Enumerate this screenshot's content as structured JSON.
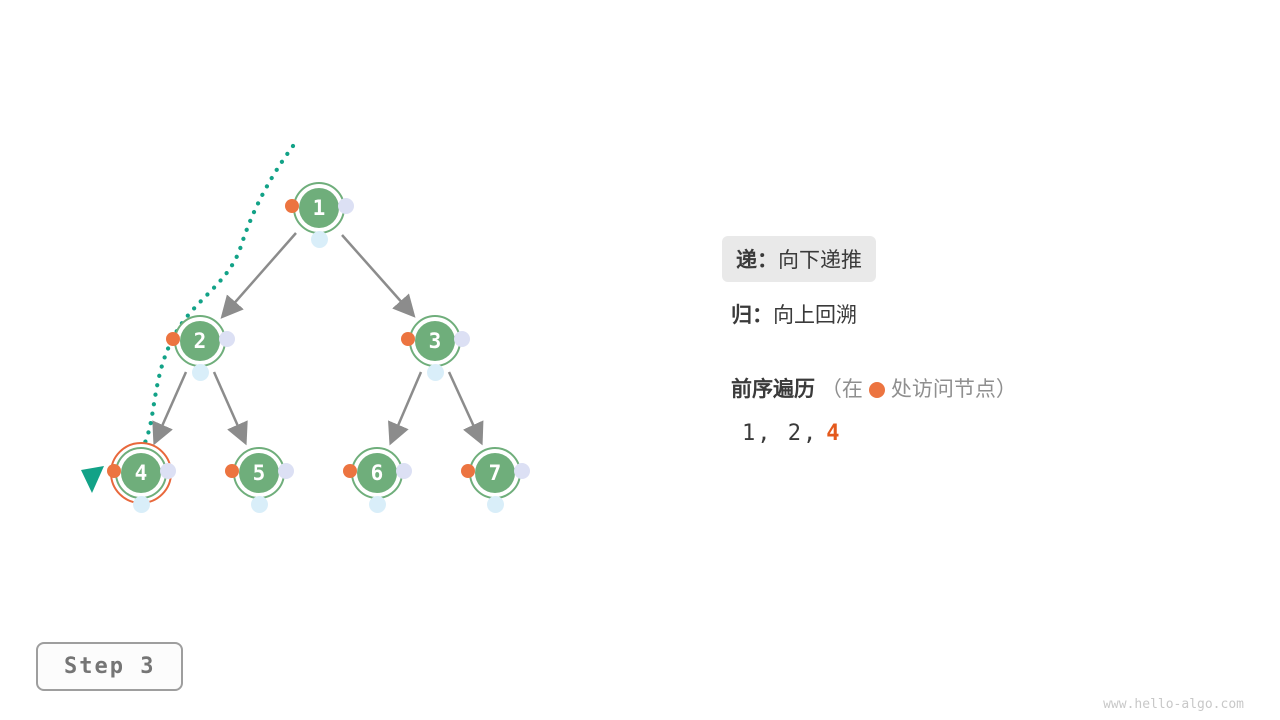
{
  "title": "binary-tree-preorder-traversal-step",
  "step": {
    "label": "Step 3"
  },
  "watermark": "www.hello-algo.com",
  "tree": {
    "nodes": [
      {
        "value": "1"
      },
      {
        "value": "2"
      },
      {
        "value": "3"
      },
      {
        "value": "4"
      },
      {
        "value": "5"
      },
      {
        "value": "6"
      },
      {
        "value": "7"
      }
    ],
    "edges": [
      [
        "1",
        "2"
      ],
      [
        "1",
        "3"
      ],
      [
        "2",
        "4"
      ],
      [
        "2",
        "5"
      ],
      [
        "3",
        "6"
      ],
      [
        "3",
        "7"
      ]
    ],
    "highlighted_node": "4"
  },
  "legend": {
    "recurse_label": "递：",
    "recurse_text": "向下递推",
    "backtrack_label": "归：",
    "backtrack_text": "向上回溯",
    "traversal_title": "前序遍历",
    "traversal_note_open": "（在",
    "traversal_note_close": "处访问节点）",
    "sequence_visited": "1, 2,",
    "sequence_current": "4"
  },
  "colors": {
    "node_green": "#6FAE7B",
    "visit_dot_orange": "#EC7440",
    "right_dot_lavender": "#DCE0F4",
    "bottom_dot_blue": "#D9EEF9",
    "trace_teal": "#12A287",
    "arrow_gray": "#8C8C8C",
    "highlight_ring_orange": "#E8683C",
    "sequence_current_orange": "#E4591C",
    "badge_background": "#E9E9E9"
  }
}
